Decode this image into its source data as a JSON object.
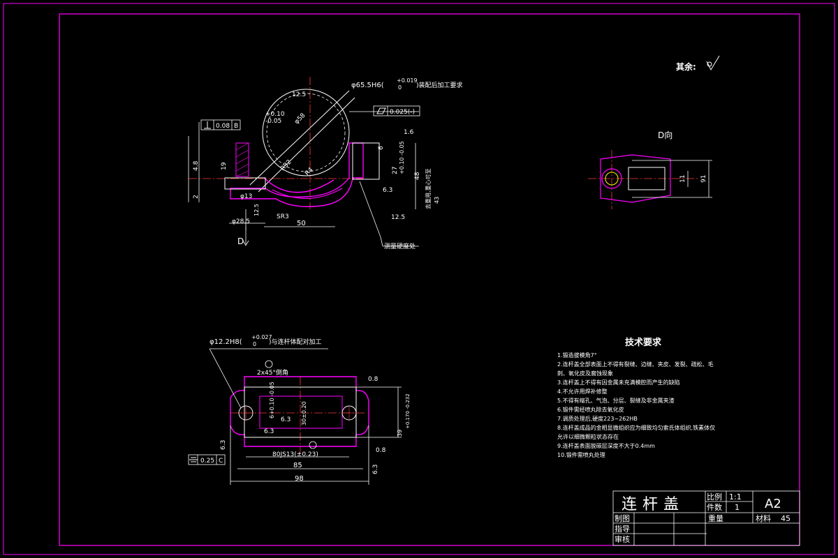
{
  "roughness_note": "其余:",
  "view_label_dir": "D向",
  "view_label_d": "D",
  "title_block": {
    "part_name": "连杆盖",
    "scale_label": "比例",
    "scale_value": "1:1",
    "qty_label": "件数",
    "qty_value": "1",
    "sheet_size": "A2",
    "weight_label": "重量",
    "material_label": "材料",
    "material_value": "45",
    "drawn_label": "制图",
    "instructor_label": "指导",
    "review_label": "审核"
  },
  "tech_req": {
    "title": "技术要求",
    "lines": [
      "1.锻造拔模角7°",
      "2.连杆盖全部表面上不得有裂缝、边缝、夹皮、发裂、疏松、毛",
      "刺、氧化皮及腐蚀现象",
      "3.连杆盖上不得有因金属未充满模腔而产生的缺陷",
      "4.不允许用焊补修整",
      "5.不得有缩孔、气泡、分层、裂缝及非金属夹渣",
      "6.锻件需经喷丸除去氧化皮",
      "7.调质处理后,硬度223~262HB",
      "8.连杆盖成品的金相显微组织应为细致均匀索氏体组织,铁素体仅",
      "允许以细微颗粒状态存在",
      "9.连杆盖表面脱碳层深度不大于0.4mm",
      "10.锻件需喷丸处理"
    ]
  },
  "dimensions": {
    "bore_fit": "φ65.5H6(",
    "bore_fit_upper": "+0.019",
    "bore_fit_lower": "0",
    "bore_fit_note": ")装配后加工要求",
    "roughness_12_5a": "12.5",
    "dia_58": "φ58",
    "dia_52": "R32",
    "r4": "R4",
    "dim_2_tol_up": "+0.10",
    "dim_2_tol_lo": "-0.05",
    "perp_tol": "0.08",
    "perp_datum": "B",
    "flat_tol": "0.025(-)",
    "dim_1_6": "1.6",
    "dim_6": "6",
    "dim_27": "27",
    "dim_27_tol": "+0.10 -0.05",
    "dim_48": "48",
    "dim_6_3": "6.3",
    "dim_4_8": "4.8",
    "dim_19": "19",
    "dim_2": "2",
    "dim_13": "φ13",
    "dim_12_5b": "12.5",
    "dim_28_5": "φ28.5",
    "sr3": "SR3",
    "dim_50": "50",
    "dim_12_5c": "12.5",
    "side_note_1": "去重用,重心可至",
    "side_note_2": "43",
    "measure_note": "测量硬度处",
    "d_view_dim_11": "11",
    "d_view_dim_91": "91",
    "hole_fit": "φ12.2H8(",
    "hole_fit_upper": "+0.027",
    "hole_fit_lower": "0",
    "hole_fit_note": ")与连杆体配对加工",
    "chamfer": "2x45°倒角",
    "dim_0_8a": "0.8",
    "dim_6_tol": "6+0.10 -0.05",
    "dim_30_tol": "30±0.20",
    "dim_39": "39",
    "dim_39_tol": "+0.170 -0.232",
    "dim_6_3b": "6.3",
    "dim_6_3c": "6.3",
    "dim_6_3d": "6.3",
    "sym_tol": "0.25",
    "sym_datum": "C",
    "dim_80": "80JS13(±0.23)",
    "dim_85": "85",
    "dim_98": "98",
    "dim_0_8b": "0.8",
    "dim_6_3e": "6.3"
  }
}
